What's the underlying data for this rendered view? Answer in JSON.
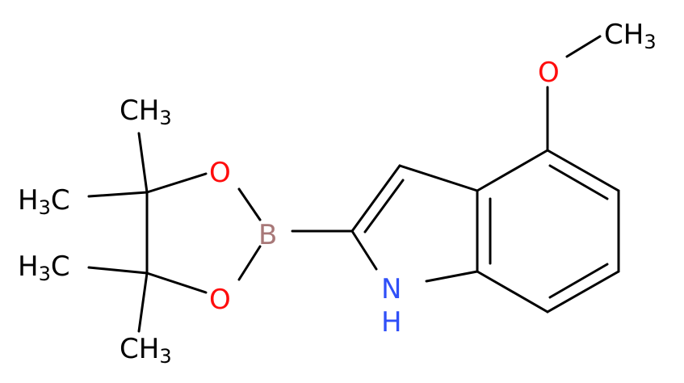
{
  "molecule": {
    "colors": {
      "carbon": "#000000",
      "oxygen": "#ff0d0d",
      "nitrogen": "#3050f8",
      "boron": "#a87878"
    },
    "labels": {
      "o_methoxy": "O",
      "ch3_methoxy_c": "CH",
      "ch3_methoxy_sub": "3",
      "o_ring_top": "O",
      "o_ring_bottom": "O",
      "boron": "B",
      "nh_n": "N",
      "nh_h": "H",
      "me_top_c": "CH",
      "me_top_sub": "3",
      "me_left1_h": "H",
      "me_left1_sub": "3",
      "me_left1_c": "C",
      "me_left2_h": "H",
      "me_left2_sub": "3",
      "me_left2_c": "C",
      "me_bottom_c": "CH",
      "me_bottom_sub": "3"
    }
  }
}
